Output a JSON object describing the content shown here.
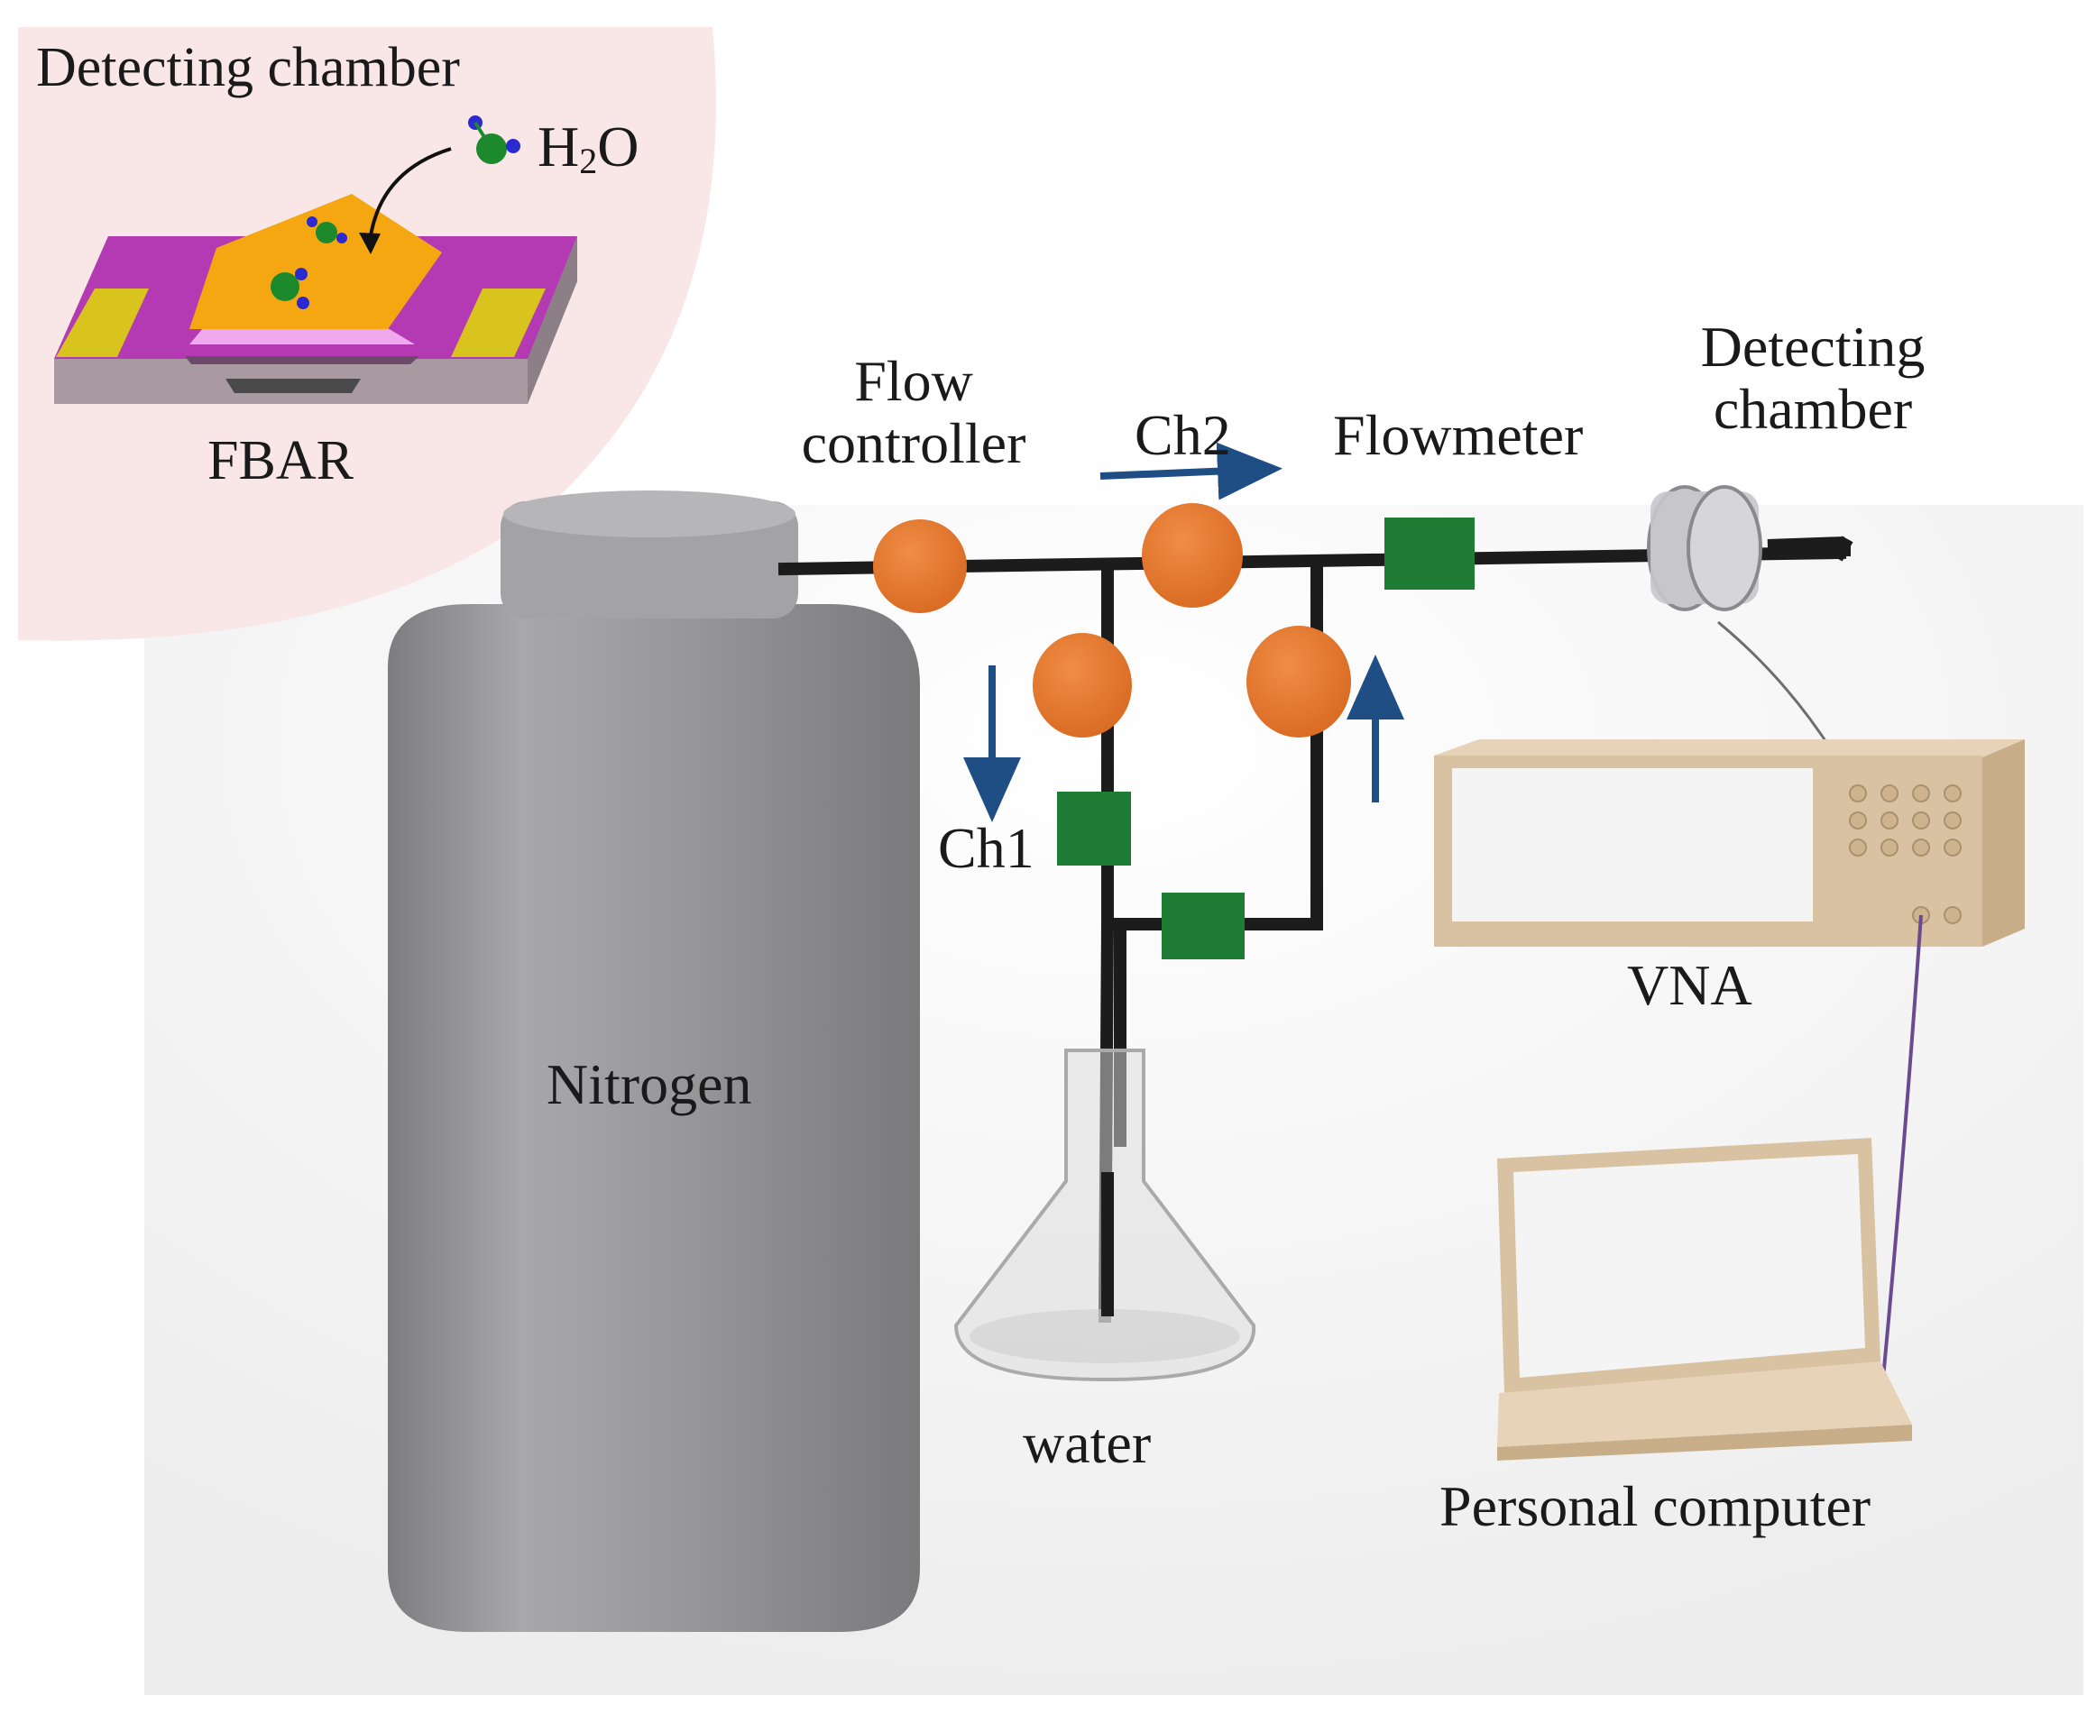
{
  "inset": {
    "title": "Detecting chamber",
    "molecule_prefix": "H",
    "molecule_sub": "2",
    "molecule_suffix": "O",
    "device": "FBAR"
  },
  "labels": {
    "flow_controller_line1": "Flow",
    "flow_controller_line2": "controller",
    "ch2": "Ch2",
    "flowmeter": "Flowmeter",
    "detecting_chamber_line1": "Detecting",
    "detecting_chamber_line2": "chamber",
    "ch1": "Ch1",
    "vna": "VNA",
    "nitrogen": "Nitrogen",
    "water": "water",
    "personal_computer": "Personal computer"
  },
  "colors": {
    "inset_background": "#f9e6e6",
    "tank": "#9a9a9c",
    "pipe": "#1c1c1c",
    "flow_controller": "#e77e34",
    "flowmeter": "#1e7c35",
    "arrow": "#1f4e84",
    "vna_body": "#d9c2a2",
    "fbar_magenta": "#b33ab3",
    "fbar_electrode": "#d8c41c",
    "fbar_film": "#f5a712",
    "molecule_o": "#1c8a2c",
    "molecule_h": "#2a2ad0"
  }
}
